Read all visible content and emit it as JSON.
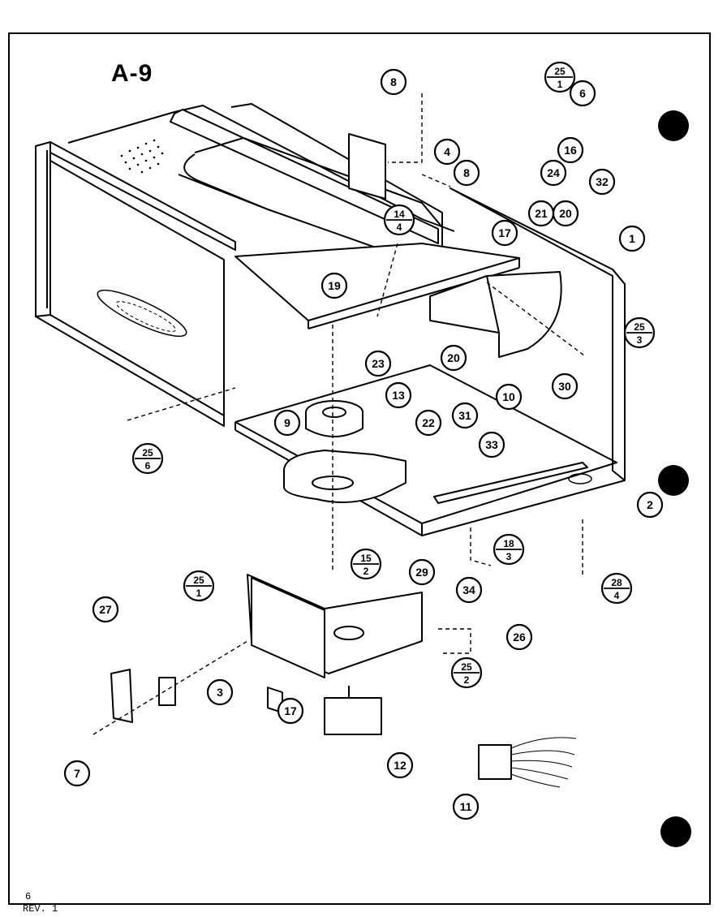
{
  "diagram_id": "A-9",
  "page_number": "6",
  "revision": "REV. 1",
  "callouts": [
    {
      "name": "callout-8-top",
      "text": "8"
    },
    {
      "name": "callout-25-1-top",
      "num": "25",
      "den": "1"
    },
    {
      "name": "callout-6",
      "text": "6"
    },
    {
      "name": "callout-4",
      "text": "4"
    },
    {
      "name": "callout-16",
      "text": "16"
    },
    {
      "name": "callout-8-mid",
      "text": "8"
    },
    {
      "name": "callout-24",
      "text": "24"
    },
    {
      "name": "callout-32",
      "text": "32"
    },
    {
      "name": "callout-14-4",
      "num": "14",
      "den": "4"
    },
    {
      "name": "callout-17-top",
      "text": "17"
    },
    {
      "name": "callout-21",
      "text": "21"
    },
    {
      "name": "callout-20-top",
      "text": "20"
    },
    {
      "name": "callout-1",
      "text": "1"
    },
    {
      "name": "callout-19",
      "text": "19"
    },
    {
      "name": "callout-25-3",
      "num": "25",
      "den": "3"
    },
    {
      "name": "callout-23",
      "text": "23"
    },
    {
      "name": "callout-20-mid",
      "text": "20"
    },
    {
      "name": "callout-30",
      "text": "30"
    },
    {
      "name": "callout-13",
      "text": "13"
    },
    {
      "name": "callout-10",
      "text": "10"
    },
    {
      "name": "callout-31",
      "text": "31"
    },
    {
      "name": "callout-9",
      "text": "9"
    },
    {
      "name": "callout-22",
      "text": "22"
    },
    {
      "name": "callout-25-6",
      "num": "25",
      "den": "6"
    },
    {
      "name": "callout-33",
      "text": "33"
    },
    {
      "name": "callout-2",
      "text": "2"
    },
    {
      "name": "callout-18-3",
      "num": "18",
      "den": "3"
    },
    {
      "name": "callout-28-4",
      "num": "28",
      "den": "4"
    },
    {
      "name": "callout-34",
      "text": "34"
    },
    {
      "name": "callout-15-2",
      "num": "15",
      "den": "2"
    },
    {
      "name": "callout-29",
      "text": "29"
    },
    {
      "name": "callout-25-1-low",
      "num": "25",
      "den": "1"
    },
    {
      "name": "callout-27",
      "text": "27"
    },
    {
      "name": "callout-26",
      "text": "26"
    },
    {
      "name": "callout-25-2",
      "num": "25",
      "den": "2"
    },
    {
      "name": "callout-3",
      "text": "3"
    },
    {
      "name": "callout-17-low",
      "text": "17"
    },
    {
      "name": "callout-12",
      "text": "12"
    },
    {
      "name": "callout-7",
      "text": "7"
    },
    {
      "name": "callout-11",
      "text": "11"
    }
  ]
}
